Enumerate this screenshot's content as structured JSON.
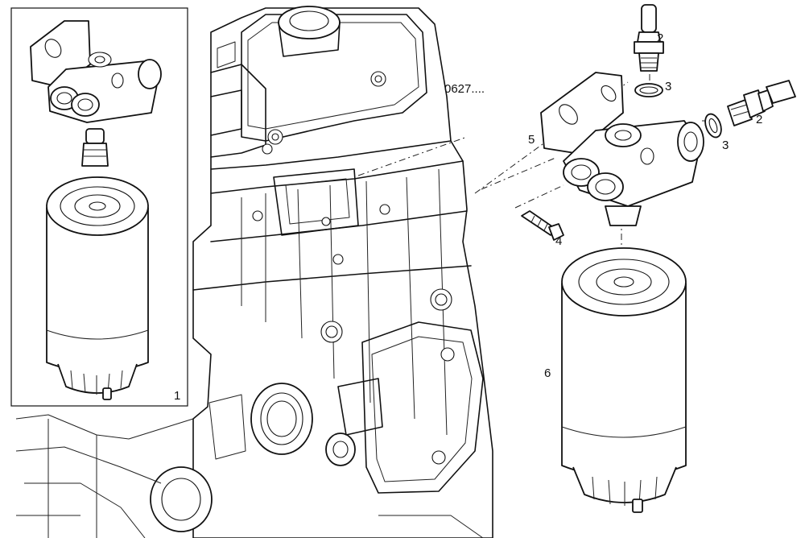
{
  "diagram": {
    "reference": "0627....",
    "callouts": {
      "kit": "1",
      "fitting_top": "2",
      "fitting_right": "2",
      "seal_top": "3",
      "seal_right": "3",
      "screw": "4",
      "support": "5",
      "filter": "6"
    }
  }
}
